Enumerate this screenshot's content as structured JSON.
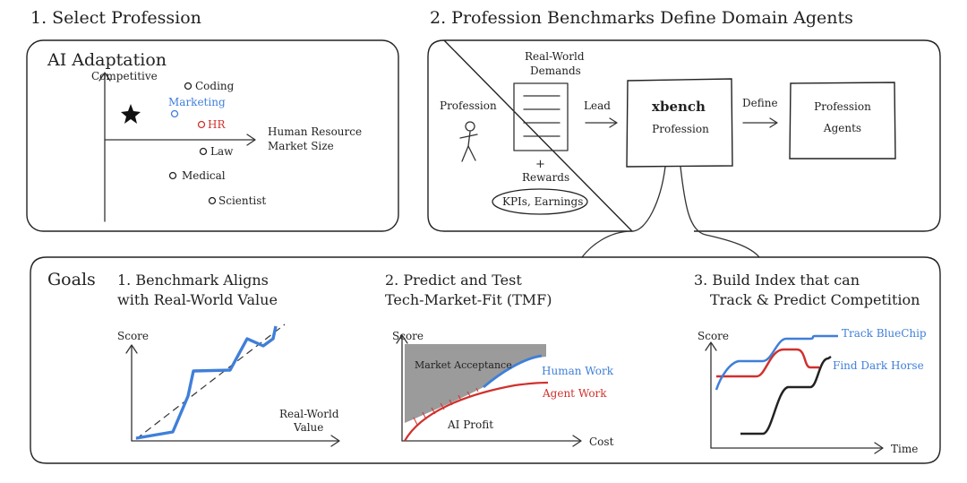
{
  "section1": {
    "title": "1. Select Profession",
    "panel_title": "AI Adaptation",
    "y_axis_label": "Competitive",
    "x_axis_label_line1": "Human Resource",
    "x_axis_label_line2": "Market Size",
    "points": [
      {
        "label": "Coding",
        "color": "#222222"
      },
      {
        "label": "Marketing",
        "color": "#3f7fd9"
      },
      {
        "label": "HR",
        "color": "#d0312d"
      },
      {
        "label": "Law",
        "color": "#222222"
      },
      {
        "label": "Medical",
        "color": "#222222"
      },
      {
        "label": "Scientist",
        "color": "#222222"
      }
    ],
    "star_icon": "star-icon"
  },
  "section2": {
    "title": "2. Profession Benchmarks Define Domain Agents",
    "profession_label": "Profession",
    "demands_line1": "Real-World",
    "demands_line2": "Demands",
    "plus": "+",
    "rewards": "Rewards",
    "rewards_detail": "KPIs, Earnings",
    "lead": "Lead",
    "xbench": "xbench",
    "xbench_sub": "Profession",
    "define": "Define",
    "agents_line1": "Profession",
    "agents_line2": "Agents",
    "person_icon": "person-icon"
  },
  "goals": {
    "label": "Goals",
    "g1_line1": "1. Benchmark Aligns",
    "g1_line2": "with Real-World Value",
    "g1_ylabel": "Score",
    "g1_xlabel_line1": "Real-World",
    "g1_xlabel_line2": "Value",
    "g2_line1": "2. Predict and Test",
    "g2_line2": "Tech-Market-Fit (TMF)",
    "g2_ylabel": "Score",
    "g2_xlabel": "Cost",
    "g2_market": "Market Acceptance",
    "g2_human": "Human Work",
    "g2_agent": "Agent Work",
    "g2_profit": "AI Profit",
    "g3_line1": "3. Build Index that can",
    "g3_line2": "Track & Predict Competition",
    "g3_ylabel": "Score",
    "g3_xlabel": "Time",
    "g3_bluechip": "Track BlueChip",
    "g3_darkhorse": "Find Dark Horse"
  },
  "colors": {
    "blue": "#3f7fd9",
    "red": "#d0312d",
    "black": "#222222",
    "gray_fill": "#9b9b9b"
  }
}
